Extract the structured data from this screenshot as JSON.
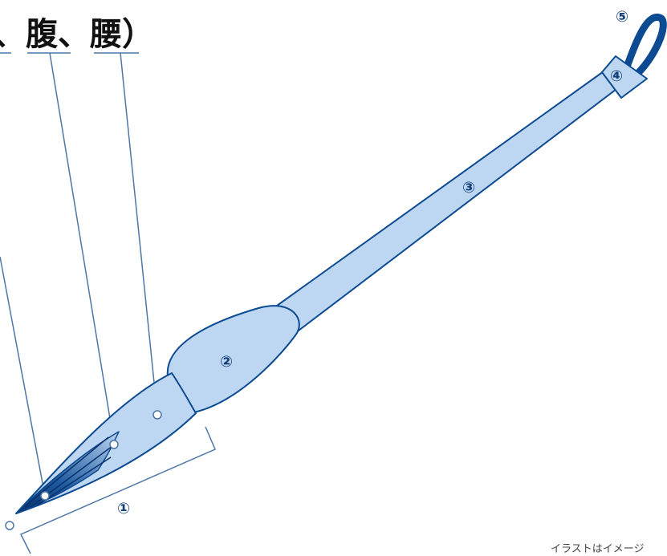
{
  "heading": {
    "text": "、腹、腰）"
  },
  "labels": {
    "part1": "①",
    "part2": "②",
    "part3": "③",
    "part4": "④",
    "part5": "⑤"
  },
  "caption": "イラストはイメージ",
  "colors": {
    "outline": "#0c4a91",
    "fill_light": "#bdd6f1",
    "fill_dark": "#08306b",
    "leader_line": "#4f77a6",
    "text_dark": "#111111",
    "label_text": "#123f7a"
  }
}
